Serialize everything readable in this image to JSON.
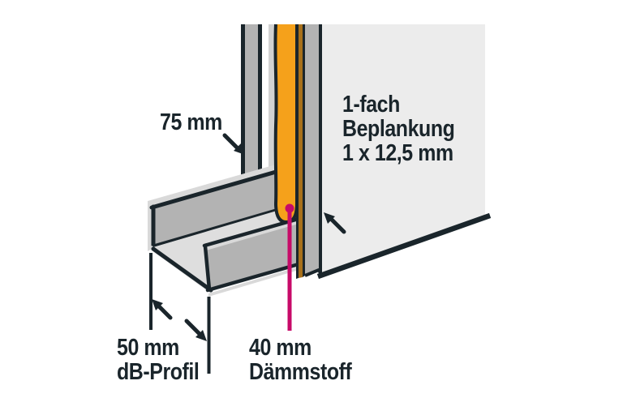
{
  "diagram": {
    "background": "#ffffff",
    "labels": {
      "stud_width": "75 mm",
      "planking": [
        "1-fach",
        "Beplankung",
        "1 x 12,5 mm"
      ],
      "profile": [
        "50 mm",
        "dB-Profil"
      ],
      "insulation": [
        "40 mm",
        "Dämmstoff"
      ]
    },
    "colors": {
      "outline": "#1a252b",
      "metal-mid": "#b3b3b3",
      "metal-light": "#d9d9d9",
      "channel-inside": "#dedede",
      "stud-web": "#d2d2d2",
      "panel-face": "#ececec",
      "insulation": "#f5a11b",
      "insulation-shadow": "#a8701a",
      "callout": "#c70a68",
      "text": "#1a252b",
      "bg": "#ffffff"
    }
  }
}
